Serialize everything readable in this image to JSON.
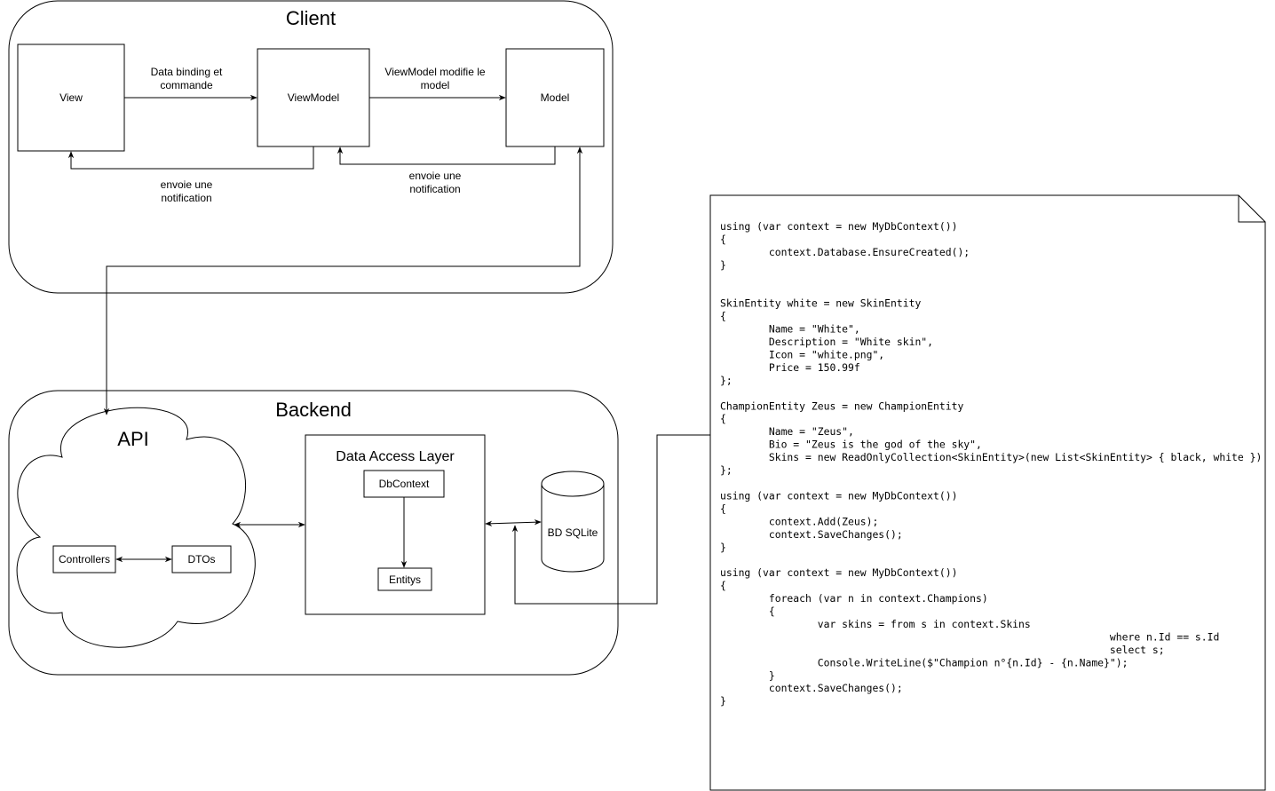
{
  "client": {
    "title": "Client",
    "view": "View",
    "viewmodel": "ViewModel",
    "model": "Model",
    "edge_binding": [
      "Data binding et",
      "commande"
    ],
    "edge_vm_modifies": [
      "ViewModel modifie le",
      "model"
    ],
    "edge_notify_view": [
      "envoie une",
      "notification"
    ],
    "edge_notify_vm": [
      "envoie une",
      "notification"
    ]
  },
  "backend": {
    "title": "Backend",
    "api": "API",
    "controllers": "Controllers",
    "dtos": "DTOs",
    "dal_title": "Data Access Layer",
    "dbcontext": "DbContext",
    "entitys": "Entitys",
    "db": "BD SQLite"
  },
  "code_note": {
    "lines": [
      "using (var context = new MyDbContext())",
      "{",
      "        context.Database.EnsureCreated();",
      "}",
      "",
      "",
      "SkinEntity white = new SkinEntity",
      "{",
      "        Name = \"White\",",
      "        Description = \"White skin\",",
      "        Icon = \"white.png\",",
      "        Price = 150.99f",
      "};",
      "",
      "ChampionEntity Zeus = new ChampionEntity",
      "{",
      "        Name = \"Zeus\",",
      "        Bio = \"Zeus is the god of the sky\",",
      "        Skins = new ReadOnlyCollection<SkinEntity>(new List<SkinEntity> { black, white })",
      "};",
      "",
      "using (var context = new MyDbContext())",
      "{",
      "        context.Add(Zeus);",
      "        context.SaveChanges();",
      "}",
      "",
      "using (var context = new MyDbContext())",
      "{",
      "        foreach (var n in context.Champions)",
      "        {",
      "                var skins = from s in context.Skins",
      "                                                                where n.Id == s.Id",
      "                                                                select s;",
      "                Console.WriteLine($\"Champion n°{n.Id} - {n.Name}\");",
      "        }",
      "        context.SaveChanges();",
      "}"
    ]
  }
}
